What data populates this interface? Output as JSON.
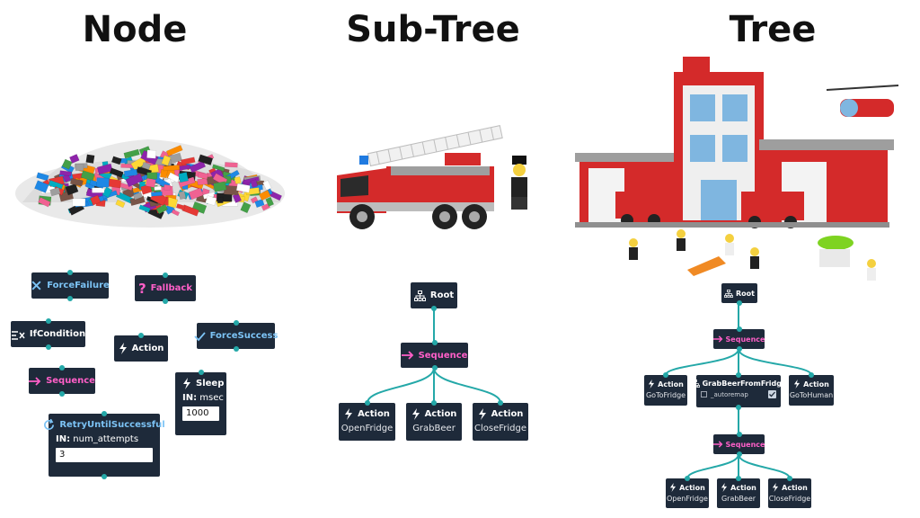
{
  "titles": {
    "node": "Node",
    "subtree": "Sub-Tree",
    "tree": "Tree"
  },
  "colors": {
    "node_bg": "#1e2a3a",
    "link": "#24a8a8",
    "pink": "#ff5fc8",
    "blue": "#7cc3f5"
  },
  "images": {
    "bricks": "pile-of-colorful-lego-bricks",
    "fire_truck": "lego-fire-truck-with-firefighter",
    "fire_station": "lego-fire-station-with-vehicles-helicopter-and-minifigures"
  },
  "palette": {
    "force_failure": "ForceFailure",
    "fallback": "Fallback",
    "if_condition": "IfCondition",
    "action": "Action",
    "force_success": "ForceSuccess",
    "sequence": "Sequence",
    "sleep": {
      "label": "Sleep",
      "port_prefix": "IN:",
      "port_name": "msec",
      "value": "1000"
    },
    "retry": {
      "label": "RetryUntilSuccessful",
      "port_prefix": "IN:",
      "port_name": "num_attempts",
      "value": "3"
    }
  },
  "subtree": {
    "root": "Root",
    "sequence": "Sequence",
    "actions": [
      {
        "label": "Action",
        "name": "OpenFridge"
      },
      {
        "label": "Action",
        "name": "GrabBeer"
      },
      {
        "label": "Action",
        "name": "CloseFridge"
      }
    ]
  },
  "tree": {
    "root": "Root",
    "sequence1": "Sequence",
    "left_action": {
      "label": "Action",
      "name": "GoToFridge"
    },
    "subtree_node": {
      "label": "GrabBeerFromFridge",
      "port": "_autoremap"
    },
    "right_action": {
      "label": "Action",
      "name": "GoToHuman"
    },
    "sequence2": "Sequence",
    "actions": [
      {
        "label": "Action",
        "name": "OpenFridge"
      },
      {
        "label": "Action",
        "name": "GrabBeer"
      },
      {
        "label": "Action",
        "name": "CloseFridge"
      }
    ]
  }
}
